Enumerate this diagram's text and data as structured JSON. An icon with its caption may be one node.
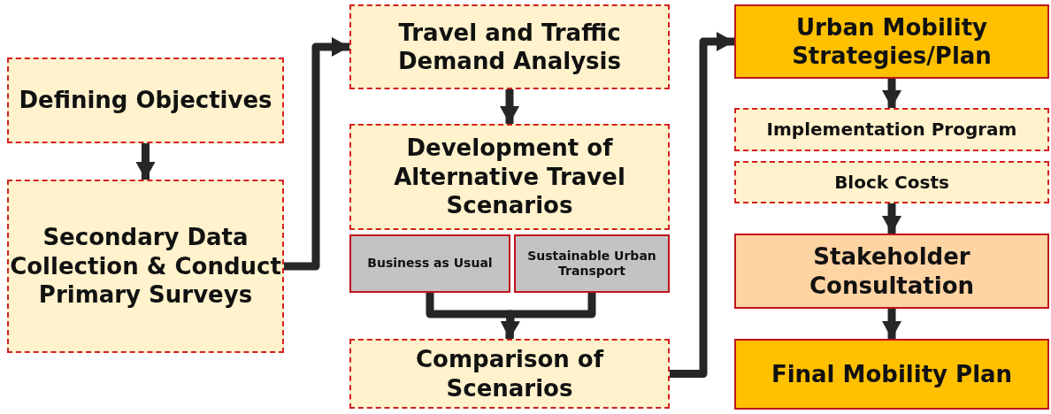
{
  "diagram": {
    "nodes": [
      {
        "text": [
          "Defining Objectives"
        ]
      },
      {
        "text": [
          "Secondary Data Collection & Conduct Primary Surveys"
        ]
      },
      {
        "text": [
          "Travel and Traffic Demand Analysis"
        ]
      },
      {
        "text": [
          "Development of Alternative Travel Scenarios"
        ]
      },
      {
        "text": [
          "Business as Usual"
        ]
      },
      {
        "text": [
          "Sustainable Urban Transport"
        ]
      },
      {
        "text": [
          "Comparison of Scenarios"
        ]
      },
      {
        "text": [
          "Urban Mobility Strategies/Plan"
        ]
      },
      {
        "text": [
          "Implementation Program"
        ]
      },
      {
        "text": [
          "Block Costs"
        ]
      },
      {
        "text": [
          "Stakeholder Consultation"
        ]
      },
      {
        "text": [
          "Final Mobility Plan"
        ]
      }
    ],
    "edges": [
      {
        "from": 0,
        "to": 1,
        "arrow": "to"
      },
      {
        "from": 1,
        "to": 2,
        "arrow": "to"
      },
      {
        "from": 2,
        "to": 3,
        "arrow": "to"
      },
      {
        "from": 4,
        "to": 6,
        "arrow": "to"
      },
      {
        "from": 5,
        "to": 6,
        "arrow": "to"
      },
      {
        "from": 6,
        "to": 7,
        "arrow": "to"
      },
      {
        "from": 7,
        "to": 8,
        "arrow": "to"
      },
      {
        "from": 9,
        "to": 10,
        "arrow": "to"
      },
      {
        "from": 10,
        "to": 11,
        "arrow": "to"
      }
    ]
  }
}
